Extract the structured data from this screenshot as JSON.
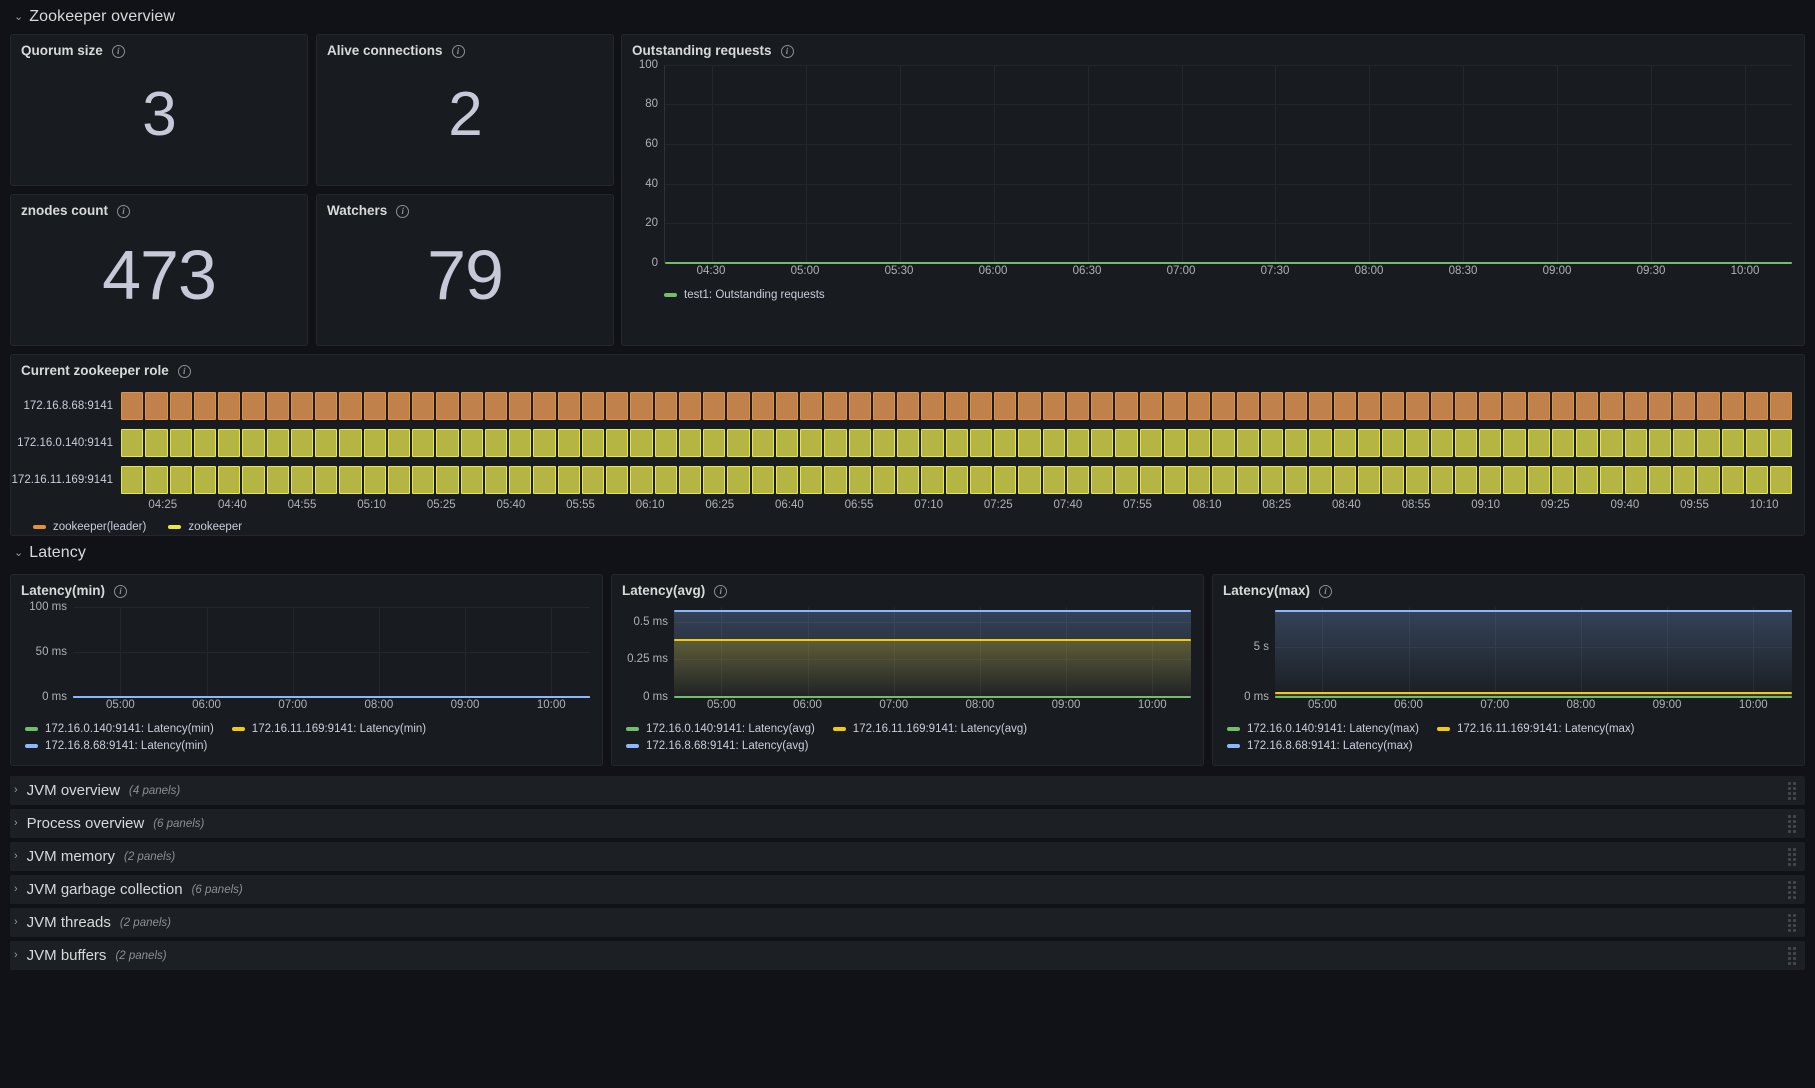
{
  "rows": {
    "zookeeper_overview": {
      "title": "Zookeeper overview",
      "chevron": "⌄"
    },
    "latency": {
      "title": "Latency",
      "chevron": "⌄"
    }
  },
  "stats": [
    {
      "title": "Quorum size",
      "value": "3"
    },
    {
      "title": "Alive connections",
      "value": "2"
    },
    {
      "title": "znodes count",
      "value": "473"
    },
    {
      "title": "Watchers",
      "value": "79"
    }
  ],
  "colors": {
    "green": "#73bf69",
    "yellow": "#f2cc0c",
    "blue": "#8ab8ff",
    "leader_fill": "#c0814b",
    "leader_border": "#e0923f",
    "follower_fill": "#b5b544",
    "follower_border": "#e8e83f",
    "panel_bg": "#181b1f",
    "page_bg": "#111217",
    "text": "#ccccdc"
  },
  "outstanding_requests": {
    "title": "Outstanding requests",
    "legend": [
      {
        "label": "test1: Outstanding requests",
        "color": "#73bf69"
      }
    ]
  },
  "zookeeper_role": {
    "title": "Current zookeeper role",
    "series_labels": [
      "172.16.8.68:9141",
      "172.16.0.140:9141",
      "172.16.11.169:9141"
    ],
    "legend": [
      {
        "label": "zookeeper(leader)",
        "color": "#e0923f"
      },
      {
        "label": "zookeeper",
        "color": "#e8e83f"
      }
    ]
  },
  "latency_panels": [
    {
      "title": "Latency(min)",
      "legend": [
        {
          "label": "172.16.0.140:9141: Latency(min)",
          "color": "#73bf69"
        },
        {
          "label": "172.16.11.169:9141: Latency(min)",
          "color": "#f2cc0c"
        },
        {
          "label": "172.16.8.68:9141: Latency(min)",
          "color": "#8ab8ff"
        }
      ]
    },
    {
      "title": "Latency(avg)",
      "legend": [
        {
          "label": "172.16.0.140:9141: Latency(avg)",
          "color": "#73bf69"
        },
        {
          "label": "172.16.11.169:9141: Latency(avg)",
          "color": "#f2cc0c"
        },
        {
          "label": "172.16.8.68:9141: Latency(avg)",
          "color": "#8ab8ff"
        }
      ]
    },
    {
      "title": "Latency(max)",
      "legend": [
        {
          "label": "172.16.0.140:9141: Latency(max)",
          "color": "#73bf69"
        },
        {
          "label": "172.16.11.169:9141: Latency(max)",
          "color": "#f2cc0c"
        },
        {
          "label": "172.16.8.68:9141: Latency(max)",
          "color": "#8ab8ff"
        }
      ]
    }
  ],
  "collapsed_rows": [
    {
      "title": "JVM overview",
      "count": "(4 panels)",
      "chevron": "›"
    },
    {
      "title": "Process overview",
      "count": "(6 panels)",
      "chevron": "›"
    },
    {
      "title": "JVM memory",
      "count": "(2 panels)",
      "chevron": "›"
    },
    {
      "title": "JVM garbage collection",
      "count": "(6 panels)",
      "chevron": "›"
    },
    {
      "title": "JVM threads",
      "count": "(2 panels)",
      "chevron": "›"
    },
    {
      "title": "JVM buffers",
      "count": "(2 panels)",
      "chevron": "›"
    }
  ],
  "chart_data": [
    {
      "type": "line",
      "title": "Outstanding requests",
      "xlabel": "",
      "ylabel": "",
      "ylim": [
        0,
        100
      ],
      "yticks": [
        0,
        20,
        40,
        60,
        80,
        100
      ],
      "ytick_labels": [
        "0",
        "20",
        "40",
        "60",
        "80",
        "100"
      ],
      "x": [
        "04:30",
        "05:00",
        "05:30",
        "06:00",
        "06:30",
        "07:00",
        "07:30",
        "08:00",
        "08:30",
        "09:00",
        "09:30",
        "10:00"
      ],
      "series": [
        {
          "name": "test1: Outstanding requests",
          "color": "#73bf69",
          "values": [
            0,
            0,
            0,
            0,
            0,
            0,
            0,
            0,
            0,
            0,
            0,
            0
          ]
        }
      ],
      "grid": true,
      "legend_position": "bottom"
    },
    {
      "type": "heatmap",
      "title": "Current zookeeper role",
      "rows": [
        "172.16.8.68:9141",
        "172.16.0.140:9141",
        "172.16.11.169:9141"
      ],
      "row_states": [
        "zookeeper(leader)",
        "zookeeper",
        "zookeeper"
      ],
      "x": [
        "04:25",
        "04:40",
        "04:55",
        "05:10",
        "05:25",
        "05:40",
        "05:55",
        "06:10",
        "06:25",
        "06:40",
        "06:55",
        "07:10",
        "07:25",
        "07:40",
        "07:55",
        "08:10",
        "08:25",
        "08:40",
        "08:55",
        "09:10",
        "09:25",
        "09:40",
        "09:55",
        "10:10"
      ],
      "states": [
        {
          "name": "zookeeper(leader)",
          "color": "#e0923f",
          "fill": "#c0814b"
        },
        {
          "name": "zookeeper",
          "color": "#e8e83f",
          "fill": "#b5b544"
        }
      ],
      "n_cells": 69,
      "legend_position": "bottom"
    },
    {
      "type": "line",
      "title": "Latency(min)",
      "ylim": [
        0,
        100
      ],
      "yticks": [
        0,
        50,
        100
      ],
      "ytick_labels": [
        "0 ms",
        "50 ms",
        "100 ms"
      ],
      "x": [
        "05:00",
        "06:00",
        "07:00",
        "08:00",
        "09:00",
        "10:00"
      ],
      "series": [
        {
          "name": "172.16.0.140:9141: Latency(min)",
          "color": "#73bf69",
          "values": [
            0,
            0,
            0,
            0,
            0,
            0
          ]
        },
        {
          "name": "172.16.11.169:9141: Latency(min)",
          "color": "#f2cc0c",
          "values": [
            0,
            0,
            0,
            0,
            0,
            0
          ]
        },
        {
          "name": "172.16.8.68:9141: Latency(min)",
          "color": "#8ab8ff",
          "values": [
            0,
            0,
            0,
            0,
            0,
            0
          ]
        }
      ],
      "grid": true,
      "legend_position": "bottom"
    },
    {
      "type": "area",
      "title": "Latency(avg)",
      "ylim": [
        0,
        0.6
      ],
      "yticks": [
        0,
        0.25,
        0.5
      ],
      "ytick_labels": [
        "0 ms",
        "0.25 ms",
        "0.5 ms"
      ],
      "x": [
        "05:00",
        "06:00",
        "07:00",
        "08:00",
        "09:00",
        "10:00"
      ],
      "series": [
        {
          "name": "172.16.0.140:9141: Latency(avg)",
          "color": "#73bf69",
          "values": [
            0,
            0,
            0,
            0,
            0,
            0
          ]
        },
        {
          "name": "172.16.11.169:9141: Latency(avg)",
          "color": "#f2cc0c",
          "values": [
            0.38,
            0.38,
            0.38,
            0.38,
            0.38,
            0.38
          ]
        },
        {
          "name": "172.16.8.68:9141: Latency(avg)",
          "color": "#8ab8ff",
          "values": [
            0.57,
            0.57,
            0.57,
            0.57,
            0.57,
            0.57
          ]
        }
      ],
      "grid": true,
      "legend_position": "bottom"
    },
    {
      "type": "area",
      "title": "Latency(max)",
      "ylim": [
        0,
        9
      ],
      "yticks": [
        0,
        5
      ],
      "ytick_labels": [
        "0 ms",
        "5 s"
      ],
      "x": [
        "05:00",
        "06:00",
        "07:00",
        "08:00",
        "09:00",
        "10:00"
      ],
      "series": [
        {
          "name": "172.16.0.140:9141: Latency(max)",
          "color": "#73bf69",
          "values": [
            0,
            0,
            0,
            0,
            0,
            0
          ]
        },
        {
          "name": "172.16.11.169:9141: Latency(max)",
          "color": "#f2cc0c",
          "values": [
            0.4,
            0.4,
            0.4,
            0.4,
            0.4,
            0.4
          ]
        },
        {
          "name": "172.16.8.68:9141: Latency(max)",
          "color": "#8ab8ff",
          "values": [
            8.6,
            8.6,
            8.6,
            8.6,
            8.6,
            8.6
          ]
        }
      ],
      "grid": true,
      "legend_position": "bottom"
    }
  ]
}
